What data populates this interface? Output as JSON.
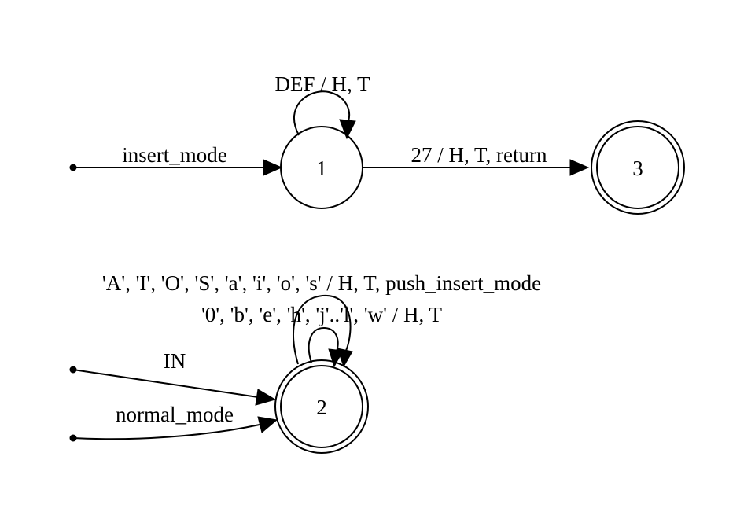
{
  "diagram": {
    "states": [
      {
        "id": "1",
        "label": "1",
        "accepting": false
      },
      {
        "id": "2",
        "label": "2",
        "accepting": true
      },
      {
        "id": "3",
        "label": "3",
        "accepting": true
      }
    ],
    "transitions": [
      {
        "id": "t-start-1",
        "from": "start",
        "to": "1",
        "label": "insert_mode"
      },
      {
        "id": "t-1-1",
        "from": "1",
        "to": "1",
        "label": "DEF / H, T"
      },
      {
        "id": "t-1-3",
        "from": "1",
        "to": "3",
        "label": "27 / H, T, return"
      },
      {
        "id": "t-2-2-outer",
        "from": "2",
        "to": "2",
        "label": "'A', 'I', 'O', 'S', 'a', 'i', 'o', 's' / H, T, push_insert_mode"
      },
      {
        "id": "t-2-2-inner",
        "from": "2",
        "to": "2",
        "label": "'0', 'b', 'e', 'h', 'j'..'l', 'w' / H, T"
      },
      {
        "id": "t-start-2-in",
        "from": "start",
        "to": "2",
        "label": "IN"
      },
      {
        "id": "t-start-2-normal",
        "from": "start",
        "to": "2",
        "label": "normal_mode"
      }
    ]
  }
}
